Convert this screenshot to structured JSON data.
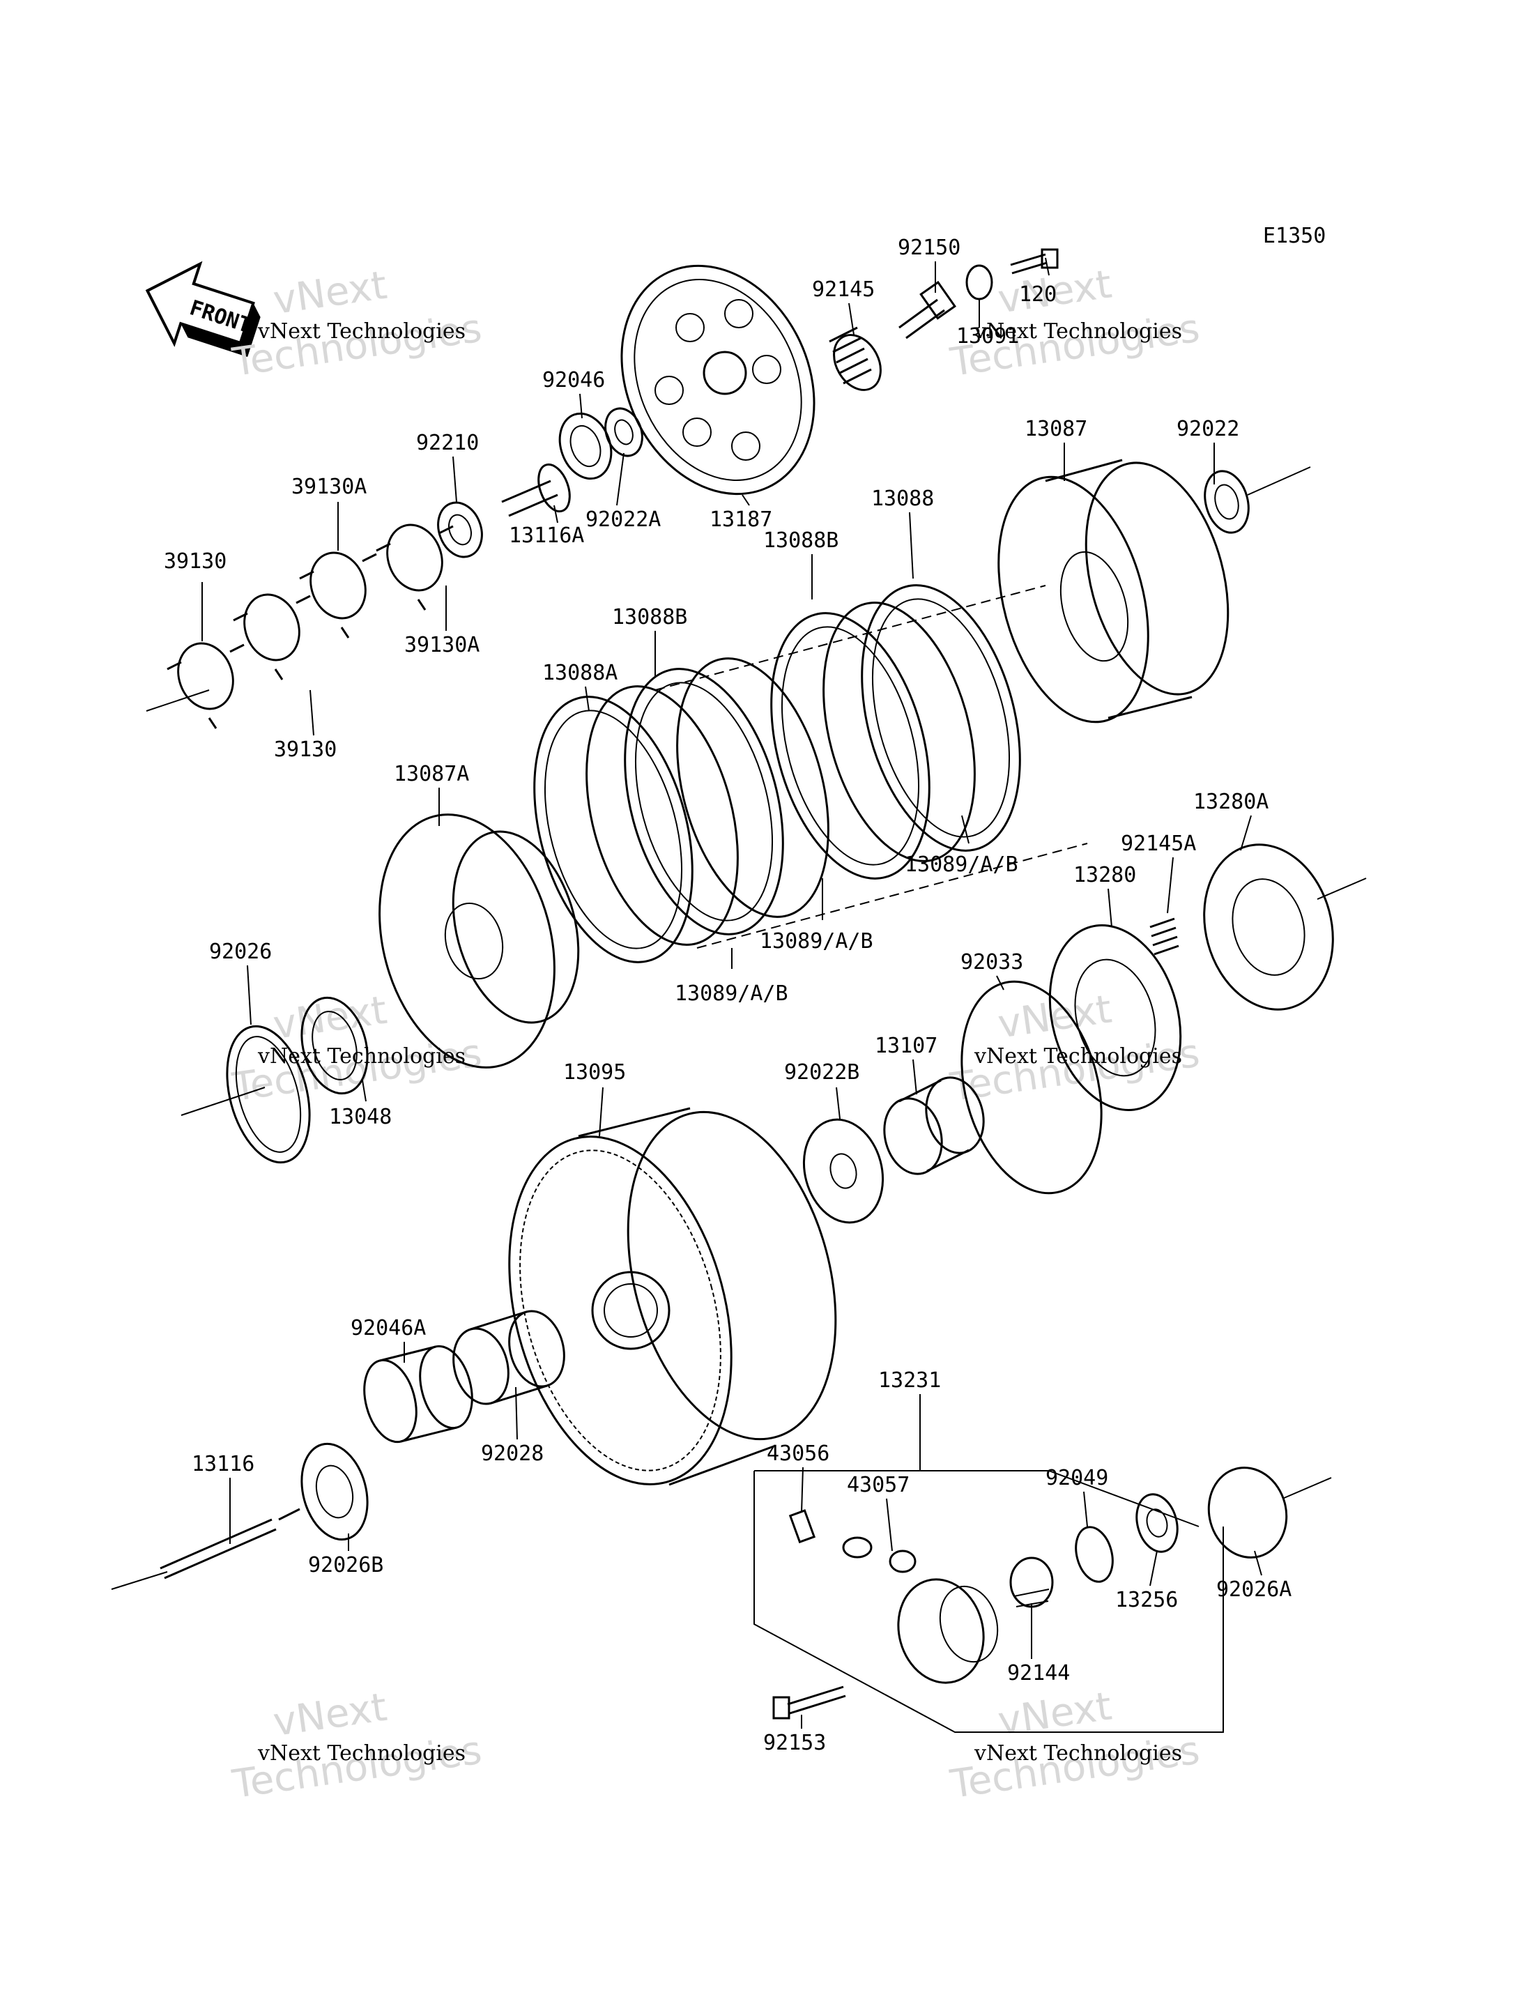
{
  "diagram_code": "E1350",
  "direction_badge": "FRONT",
  "watermarks": [
    {
      "top": "vNext",
      "main": "Technologies",
      "small": "vNext Technologies"
    },
    {
      "top": "vNext",
      "main": "Technologies",
      "small": "vNext Technologies"
    },
    {
      "top": "vNext",
      "main": "Technologies",
      "small": "vNext Technologies"
    },
    {
      "top": "vNext",
      "main": "Technologies",
      "small": "vNext Technologies"
    },
    {
      "top": "vNext",
      "main": "Technologies",
      "small": "vNext Technologies"
    },
    {
      "top": "vNext",
      "main": "Technologies",
      "small": "vNext Technologies"
    }
  ],
  "part_labels": [
    "92150",
    "120",
    "13091",
    "92145",
    "92046",
    "92210",
    "13116A",
    "92022A",
    "13187",
    "39130A",
    "39130",
    "39130A",
    "39130",
    "13087",
    "92022",
    "13088",
    "13088B",
    "13088B",
    "13088A",
    "13087A",
    "13089/A/B",
    "13089/A/B",
    "13089/A/B",
    "13280A",
    "92145A",
    "13280",
    "92033",
    "92026",
    "13048",
    "13095",
    "92022B",
    "13107",
    "92046A",
    "92028",
    "13116",
    "92026B",
    "13231",
    "43056",
    "43057",
    "92049",
    "92026A",
    "13256",
    "92144",
    "92153"
  ]
}
